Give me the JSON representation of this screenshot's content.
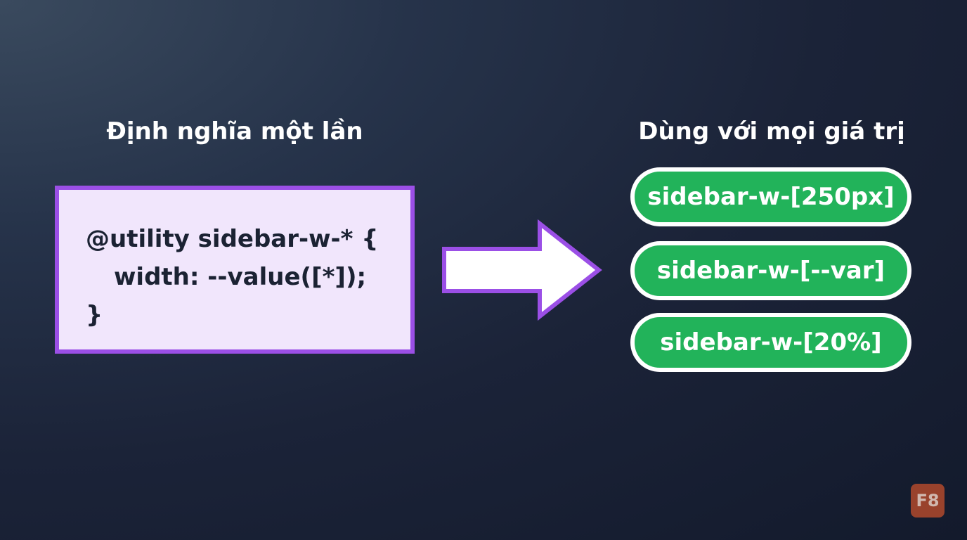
{
  "left_panel": {
    "heading": "Định nghĩa một lần",
    "code_lines": [
      "@utility sidebar-w-* {",
      "width: --value([*]);",
      "}"
    ]
  },
  "right_panel": {
    "heading": "Dùng với mọi giá trị",
    "examples": [
      "sidebar-w-[250px]",
      "sidebar-w-[--var]",
      "sidebar-w-[20%]"
    ]
  },
  "logo": {
    "text": "F8"
  },
  "colors": {
    "background": "#1b2338",
    "code_box_border": "#9b4fe6",
    "code_box_fill": "#f1e6fc",
    "pill_fill": "#22b35a",
    "pill_border": "#ffffff",
    "arrow_fill": "#ffffff",
    "arrow_border": "#9b4fe6",
    "logo_fill": "#a8472c"
  },
  "icons": {
    "arrow": "arrow-right-icon"
  }
}
